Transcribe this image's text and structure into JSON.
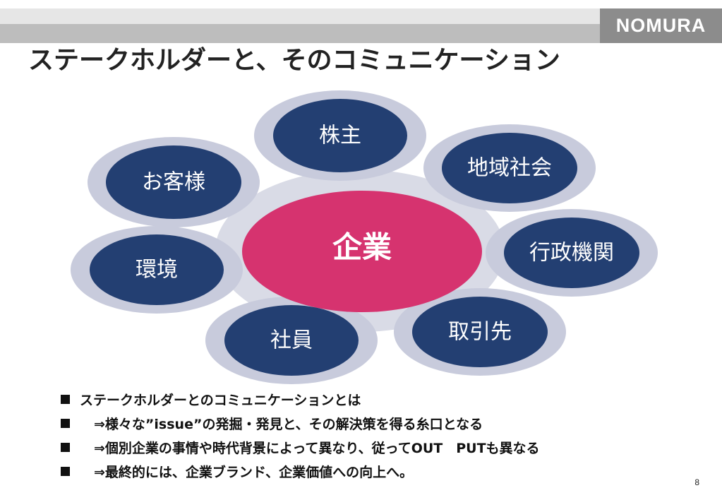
{
  "title": "ステークホルダーと、そのコミュニケーション",
  "logo": "NOMURA",
  "colors": {
    "center": "#d6336f",
    "node": "#233f72",
    "ring": "#c8cbdc",
    "hub": "#d9dbe6",
    "text": "#ffffff"
  },
  "diagram": {
    "center": "企業",
    "nodes": [
      "株主",
      "地域社会",
      "行政機関",
      "取引先",
      "社員",
      "環境",
      "お客様"
    ]
  },
  "bullets": [
    "ステークホルダーとのコミュニケーションとは",
    "⇒様々な”issue”の発掘・発見と、その解決策を得る糸口となる",
    "⇒個別企業の事情や時代背景によって異なり、従ってOUT　PUTも異なる",
    "⇒最終的には、企業ブランド、企業価値への向上へ。"
  ],
  "page_number": "8"
}
